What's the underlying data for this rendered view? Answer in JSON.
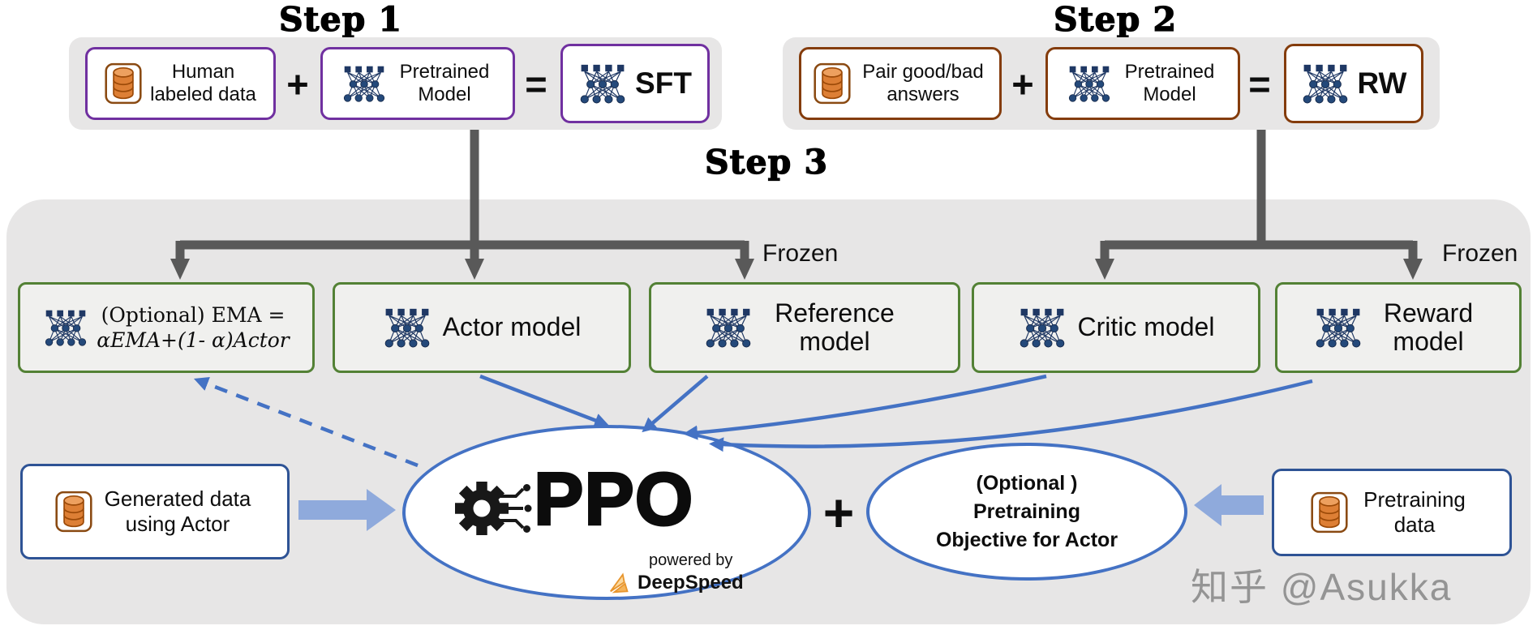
{
  "step1": {
    "title": "Step 1",
    "data_label": "Human labeled data",
    "plus": "+",
    "model_label": "Pretrained Model",
    "equals": "=",
    "result_label": "SFT"
  },
  "step2": {
    "title": "Step 2",
    "data_label": "Pair good/bad answers",
    "plus": "+",
    "model_label": "Pretrained Model",
    "equals": "=",
    "result_label": "RW"
  },
  "step3": {
    "title": "Step 3",
    "frozen_reference": "Frozen",
    "frozen_reward": "Frozen",
    "ema_line1": "(Optional) EMA =",
    "ema_line2": "αEMA+(1- α)Actor",
    "actor": "Actor model",
    "reference": "Reference model",
    "critic": "Critic model",
    "reward": "Reward model"
  },
  "bottom": {
    "generated_data": "Generated data using Actor",
    "ppo": "PPO",
    "powered_by": "powered by",
    "deepspeed": "DeepSpeed",
    "plus": "+",
    "objective_line1": "(Optional )",
    "objective_line2": "Pretraining",
    "objective_line3": "Objective for Actor",
    "pretraining_data": "Pretraining data"
  },
  "watermark": "知乎 @Asukka",
  "colors": {
    "step1_border": "#7030a0",
    "step2_border": "#843c0c",
    "model_border": "#538135",
    "bottom_box_border": "#2e5395",
    "ellipse_border": "#4472c4",
    "arrow_blue": "#4472c4",
    "arrow_gray": "#595959",
    "block_arrow_blue": "#8faadc",
    "panel_gray": "#e7e6e6",
    "db_icon_orange": "#dd7f35",
    "nn_icon_navy": "#1f3864"
  }
}
